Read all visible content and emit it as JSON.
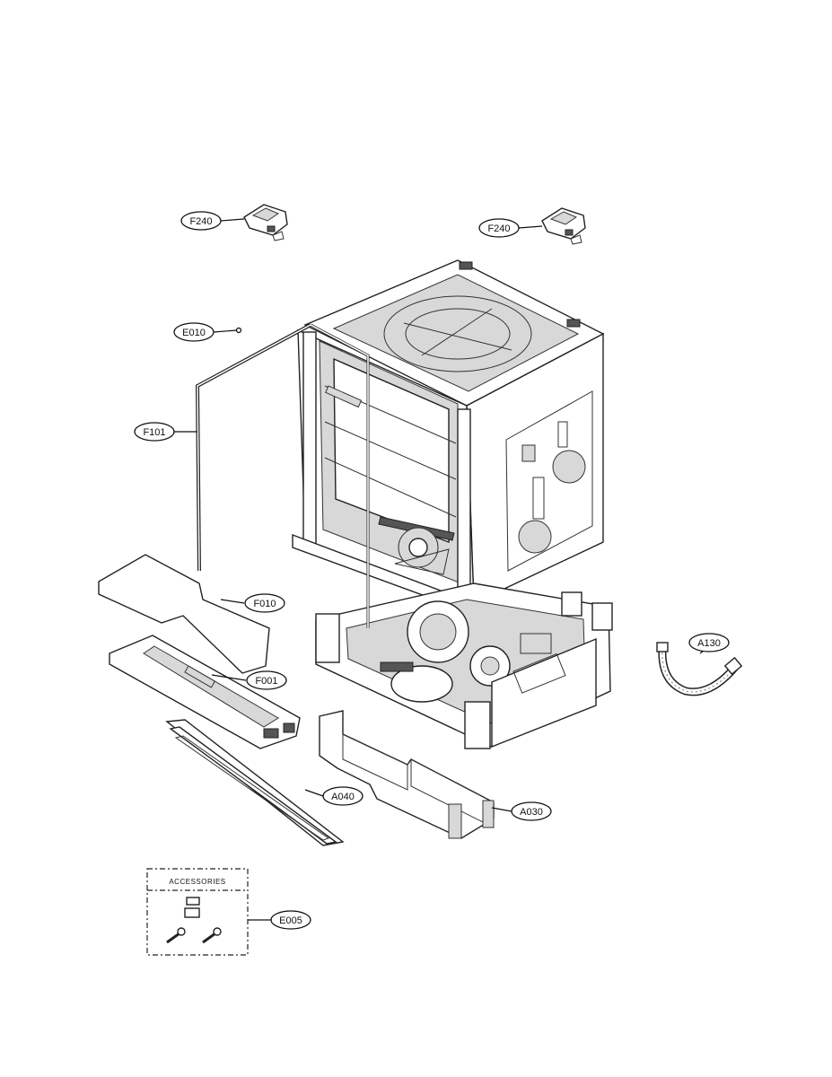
{
  "callouts": {
    "f240_left": "F240",
    "f240_right": "F240",
    "e010": "E010",
    "f101": "F101",
    "f010": "F010",
    "f001": "F001",
    "a040": "A040",
    "a030": "A030",
    "a130": "A130",
    "e005": "E005"
  },
  "accessories": {
    "title": "ACCESSORIES"
  }
}
